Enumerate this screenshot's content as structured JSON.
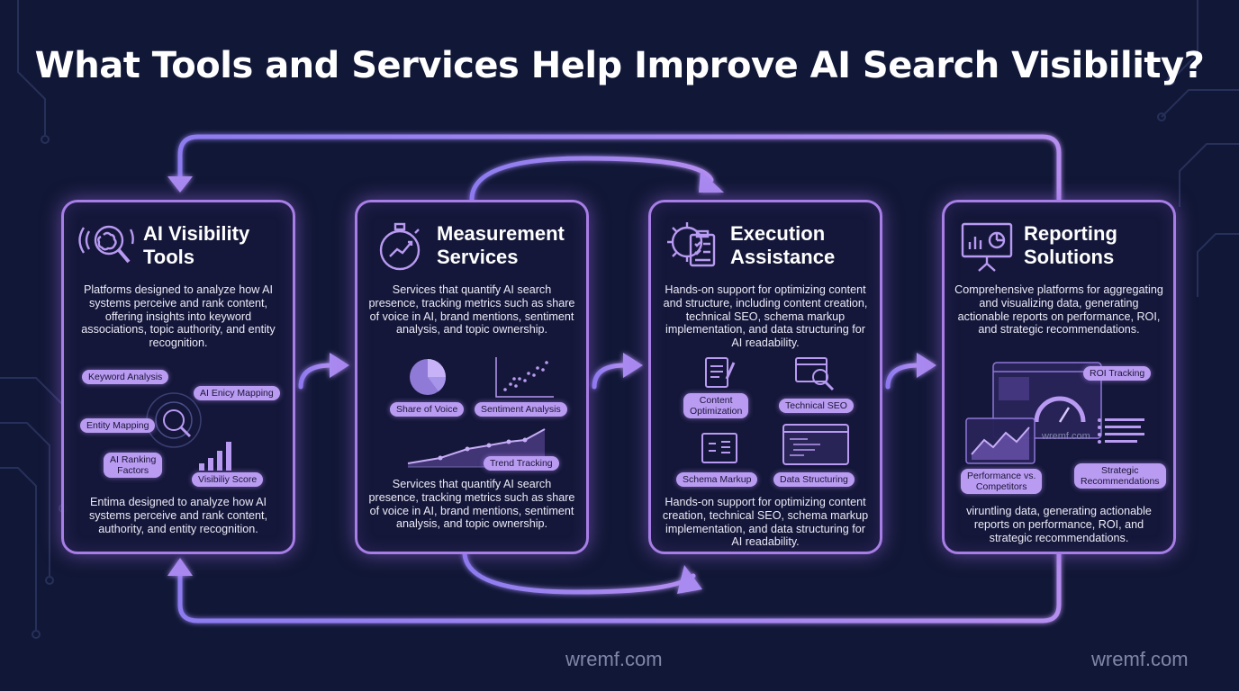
{
  "title": "What Tools and Services Help Improve AI Search Visibility?",
  "colors": {
    "background": "#111736",
    "accent": "#a77de6",
    "pill": "#b99cf1"
  },
  "cards": [
    {
      "icon": "brain-magnifier-icon",
      "title_line1": "AI Visibility",
      "title_line2": "Tools",
      "description": "Platforms designed to analyze how AI systems perceive and rank content, offering insights into keyword associations, topic authority, and entity recognition.",
      "tags": [
        "Keyword Analysis",
        "AI Enicy Mapping",
        "Entity Mapping",
        "AI Ranking Factors",
        "Visibiliy Score"
      ],
      "footer": "Entima designed to analyze how AI systems perceive and rank content, authority, and entity recognition."
    },
    {
      "icon": "stopwatch-chart-icon",
      "title_line1": "Measurement",
      "title_line2": "Services",
      "description": "Services that quantify AI search presence, tracking metrics such as share of voice in AI, brand mentions, sentiment analysis, and topic ownership.",
      "tags": [
        "Share of Voice",
        "Sentiment Analysis",
        "Trend Tracking"
      ],
      "footer": "Services that quantify AI search presence, tracking metrics such as share of voice in AI, brand mentions, sentiment analysis, and topic ownership."
    },
    {
      "icon": "gear-clipboard-icon",
      "title_line1": "Execution",
      "title_line2": "Assistance",
      "description": "Hands-on support for optimizing content and structure, including content creation, technical SEO, schema markup implementation, and data structuring for AI readability.",
      "tags": [
        "Content Optimization",
        "Technical SEO",
        "Schema Markup",
        "Data Structuring"
      ],
      "footer": "Hands-on support for optimizing content creation, technical SEO, schema markup implementation, and data structuring for AI readability."
    },
    {
      "icon": "presentation-board-icon",
      "title_line1": "Reporting",
      "title_line2": "Solutions",
      "description": "Comprehensive platforms for aggregating and visualizing data, generating actionable reports on performance, ROI, and strategic recommendations.",
      "tags": [
        "ROI Tracking",
        "Performance vs. Competitors",
        "Strategic Recommendations"
      ],
      "screen_watermark": "wremf.com",
      "footer": "viruntling data, generating actionable reports on performance, ROI, and strategic recommendations."
    }
  ],
  "watermarks": [
    "wremf.com",
    "wremf.com"
  ]
}
